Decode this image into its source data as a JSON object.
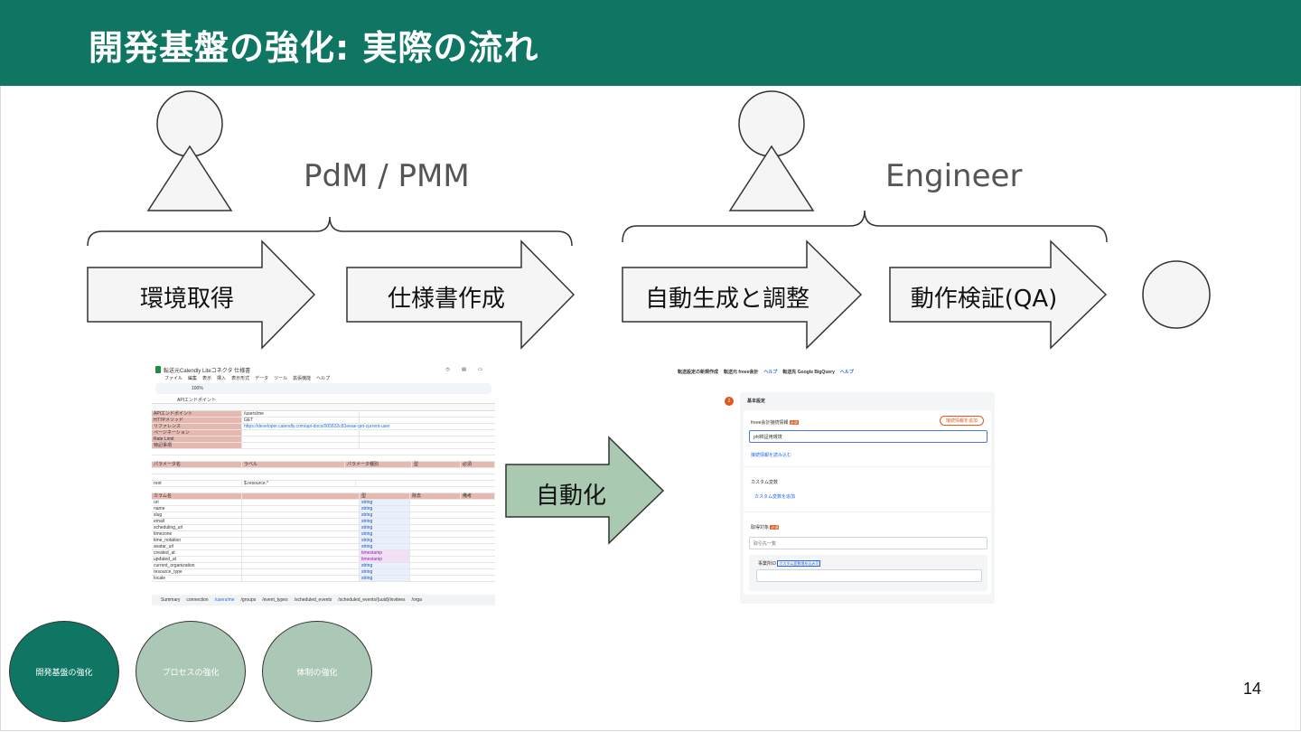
{
  "slide": {
    "title": "開発基盤の強化: 実際の流れ",
    "page_number": "14",
    "colors": {
      "header": "#0e7663",
      "arrow_fill": "#f5f5f5",
      "automation_fill": "#a9c9b1",
      "nav_active": "#0e7663",
      "nav_inactive": "#aac8b5"
    }
  },
  "roles": [
    {
      "label": "PdM / PMM",
      "icon": "person-icon"
    },
    {
      "label": "Engineer",
      "icon": "person-icon"
    }
  ],
  "steps": [
    {
      "label": "環境取得"
    },
    {
      "label": "仕様書作成"
    },
    {
      "label": "自動生成と調整"
    },
    {
      "label": "動作検証(QA)"
    }
  ],
  "automation_label": "自動化",
  "nav_circles": [
    {
      "label": "開発基盤の強化",
      "active": true
    },
    {
      "label": "プロセスの強化",
      "active": false
    },
    {
      "label": "体制の強化",
      "active": false
    }
  ],
  "spreadsheet": {
    "doc_title": "転送元Calendly Liteコネクタ 仕様書",
    "menu": [
      "ファイル",
      "編集",
      "表示",
      "挿入",
      "表示形式",
      "データ",
      "ツール",
      "拡張機能",
      "ヘルプ"
    ],
    "zoom": "100%",
    "formula_cell": "APIエンドポイント",
    "top_rows": [
      [
        "APIエンドポイント",
        "/users/me"
      ],
      [
        "HTTPメソッド",
        "GET"
      ],
      [
        "リファレンス",
        "https://developer.calendly.com/api-docs/005832c83eeae-get-current-user"
      ],
      [
        "ページネーション",
        ""
      ],
      [
        "Rate Limit",
        ""
      ],
      [
        "特記事項",
        ""
      ]
    ],
    "param_headers": [
      "パラメータ名",
      "ラベル",
      "パラメータ種別",
      "型",
      "必須"
    ],
    "root_row": [
      "root",
      "$.resource.*"
    ],
    "column_headers": [
      "カラム名",
      "",
      "型",
      "除去",
      "備考"
    ],
    "columns": [
      [
        "uri",
        "string"
      ],
      [
        "name",
        "string"
      ],
      [
        "slug",
        "string"
      ],
      [
        "email",
        "string"
      ],
      [
        "scheduling_url",
        "string"
      ],
      [
        "timezone",
        "string"
      ],
      [
        "time_notation",
        "string"
      ],
      [
        "avatar_url",
        "string"
      ],
      [
        "created_at",
        "timestamp"
      ],
      [
        "updated_at",
        "timestamp"
      ],
      [
        "current_organization",
        "string"
      ],
      [
        "resource_type",
        "string"
      ],
      [
        "locale",
        "string"
      ]
    ],
    "tabs": [
      "Summary",
      "connection",
      "/users/me",
      "/groups",
      "/event_types",
      "/scheduled_events",
      "/scheduled_events/{uuid}/invitees",
      "/orga"
    ]
  },
  "setup_form": {
    "breadcrumb": [
      "転送設定の新規作成",
      "転送元 freee会計",
      "ヘルプ",
      "転送先 Google BigQuery",
      "ヘルプ"
    ],
    "section_title": "基本設定",
    "section_number": "2",
    "auth_label": "freee会計接続情報",
    "required": "必須",
    "auth_value": "phl検証用環境",
    "add_auth_button": "接続情報を追加",
    "load_auth_link": "接続情報を読み込む",
    "custom_vars_label": "カスタム変数",
    "add_custom_var_link": "カスタム変数を追加",
    "target_label": "取得対象",
    "target_value": "取引先一覧",
    "company_id_label": "事業所ID",
    "company_id_hint": "カスタム変数埋め込み可"
  }
}
